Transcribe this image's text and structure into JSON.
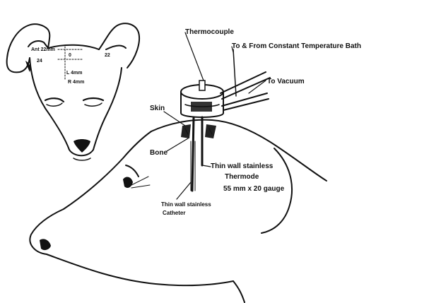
{
  "labels": {
    "thermocouple": "Thermocouple",
    "constant_temp_bath": "To & From Constant Temperature Bath",
    "vacuum": "To Vacuum",
    "skin": "Skin",
    "bone": "Bone",
    "thermode_line1": "Thin wall stainless",
    "thermode_line2": "Thermode",
    "thermode_line3": "55 mm  x 20 gauge",
    "catheter_line1": "Thin wall stainless",
    "catheter_line2": "Catheter"
  },
  "head_coordinates": {
    "ant": "Ant 22mm",
    "p24": "24",
    "p22": "22",
    "l4": "L 4mm",
    "r4": "R 4mm",
    "n0": "0"
  }
}
